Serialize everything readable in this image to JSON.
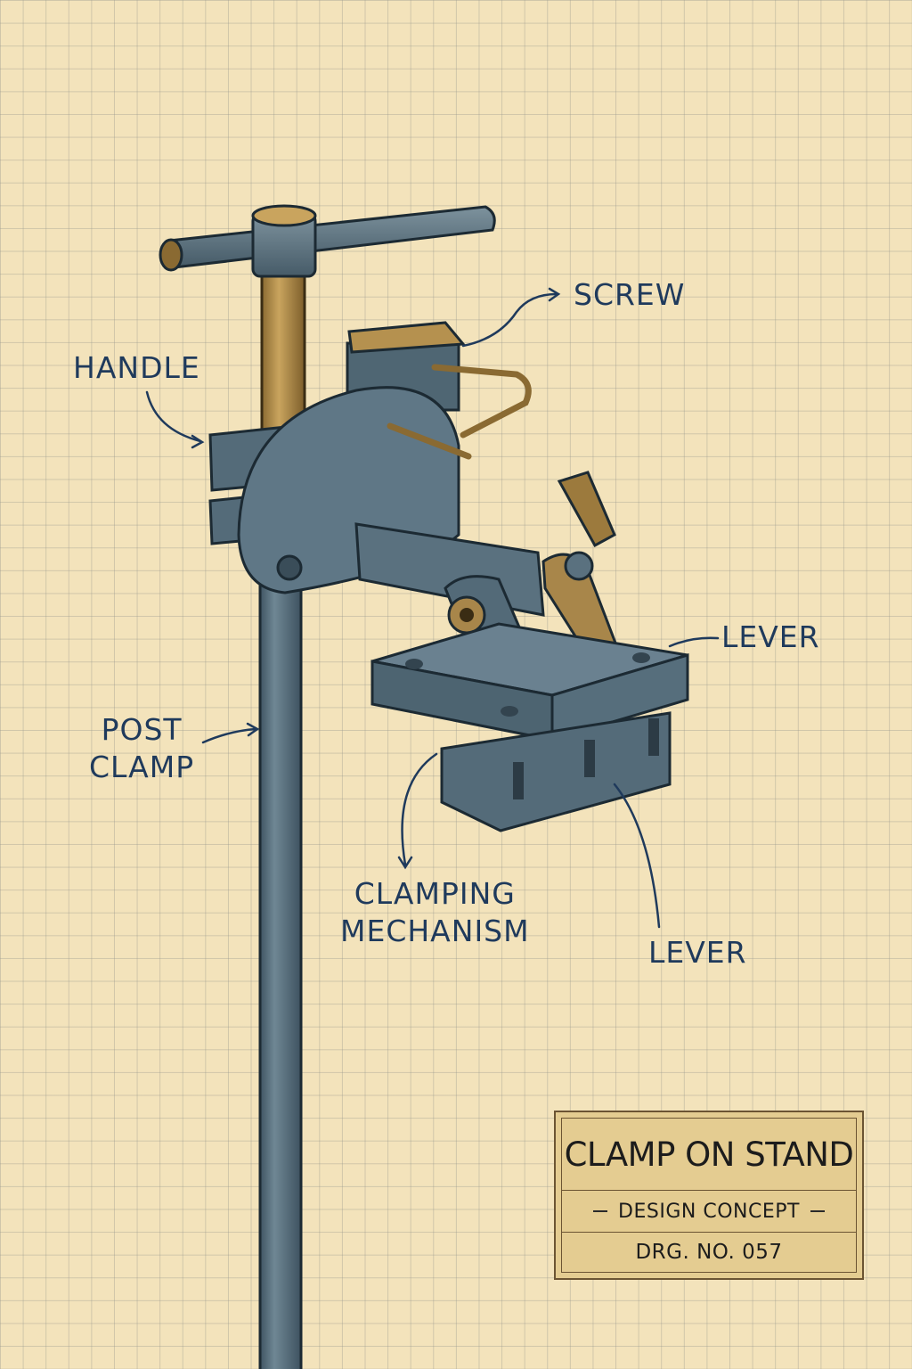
{
  "labels": {
    "screw": "SCREW",
    "handle": "HANDLE",
    "lever_top": "LEVER",
    "post_clamp_line1": "POST",
    "post_clamp_line2": "CLAMP",
    "clamping_line1": "CLAMPING",
    "clamping_line2": "MECHANISM",
    "lever_bottom": "LEVER"
  },
  "title_block": {
    "title": "CLAMP ON STAND",
    "subtitle": "DESIGN CONCEPT",
    "drawing_number": "DRG. NO. 057"
  },
  "colors": {
    "paper": "#f3e3bb",
    "steel": "#5d7482",
    "brass": "#b08a4a",
    "ink": "#1f3a5c"
  }
}
